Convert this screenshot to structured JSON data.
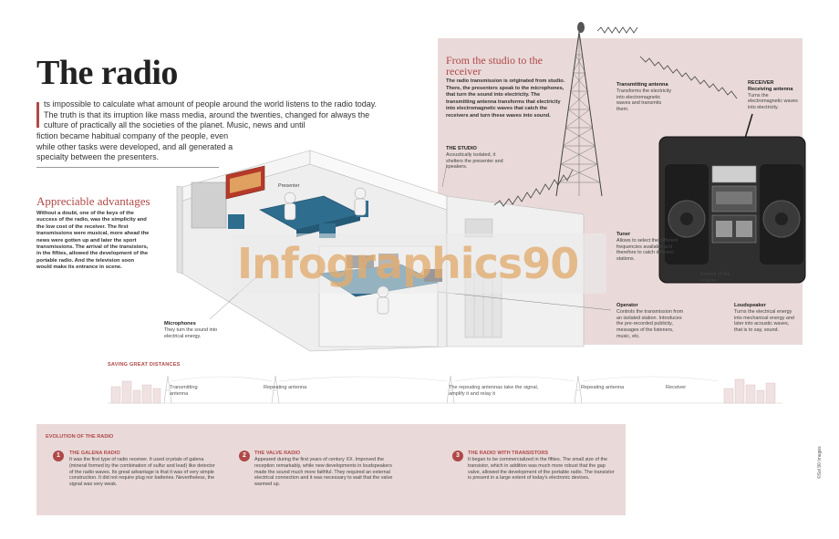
{
  "title": "The radio",
  "intro": {
    "line1": "ts impossible to calculate what amount of people around the world listens to the radio today. The truth is that its irruption like mass media, around the twenties, changed for  always the culture of practically all the societies of the planet. Music, news and until",
    "line2": "fiction became habitual company of the people, even while other tasks were developed, and all generated a specialty between the presenters."
  },
  "advantages": {
    "title": "Appreciable advantages",
    "text": "Without a doubt, one of the keys of the success of the radio, was the simplicity and the low cost of the receiver. The first transmissions were musical, more ahead the news were gotten up and later the sport transmissions. The arrival of the transistors, in the fifties, allowed the development of the portable radio. And the television soon would make its entrance in scene."
  },
  "studio_panel": {
    "title": "From the studio to the receiver",
    "text": "The radio transmission is originated from studio. There, the presenters speak to the microphones, that turn the sound into electricity. The transmitting antenna transforms that electricity into electromagnetic waves that catch the receivers and turn these waves into sound."
  },
  "labels": {
    "presenter": "Presenter",
    "microphones_h": "Microphones",
    "microphones_t": "They turn the sound into electrical energy.",
    "studio_h": "THE STUDIO",
    "studio_t": "Acoustically isolated, it shelters the presenter and speakers.",
    "transmitting_h": "Transmitting antenna",
    "transmitting_t": "Transforms the electricity into electromagnetic waves and transmits them.",
    "receiver_h": "RECEIVER",
    "receiving_h": "Receiving antenna",
    "receiving_t": "Turns the electromagnetic waves into electricity.",
    "tuner_h": "Tuner",
    "tuner_t": "Allows to select the different frequencies available and therefore to catch different stations.",
    "control_t": "Control of the volume.",
    "operator_h": "Operator",
    "operator_t": "Controls the transmission from an isolated station. Introduces the pre-recorded publicity, messages of the listeners, music, etc.",
    "loudspeaker_h": "Loudspeaker",
    "loudspeaker_t": "Turns the electrical energy into mechanical energy and later into acoustic waves, that is to say, sound."
  },
  "distances": {
    "title": "SAVING GREAT DISTANCES",
    "transmitting": "Transmitting antenna",
    "repeating1": "Repeating antenna",
    "middle": "The repeating antennas take the signal, amplify it and relay it",
    "repeating2": "Repeating antenna",
    "receiver": "Receiver"
  },
  "evolution": {
    "title": "EVOLUTION OF THE RADIO",
    "items": [
      {
        "num": "1",
        "heading": "THE GALENA RADIO",
        "text": "It was the first type of radio receiver. It used crystals of galena (mineral formed by the combination of sulfur and lead) like detector of the radio waves. Its great advantage is that it was of very simple construction. It did not require plug nor batteries. Nevertheless, the signal was very weak."
      },
      {
        "num": "2",
        "heading": "THE VALVE RADIO",
        "text": "Appeared during the first years of century XX. Improved the reception remarkably, while new developments in loudspeakers made the sound much more faithful. They required an external electrical connection and it was necessary to wait  that the valve warmed up."
      },
      {
        "num": "3",
        "heading": "THE RADIO WITH TRANSISTORS",
        "text": "It began to be commercialized in the fifties. The small size of the transistor, which in addition was much more robust that the gap valve, allowed the development of the portable radio. The transistor is present in a large extent of today's electronic devices."
      }
    ]
  },
  "watermark": "Infographics90",
  "credit": "©Sol 90 Images",
  "colors": {
    "accent": "#b04848",
    "panel": "#e9dad9",
    "studio_blue": "#2e6d8e"
  }
}
